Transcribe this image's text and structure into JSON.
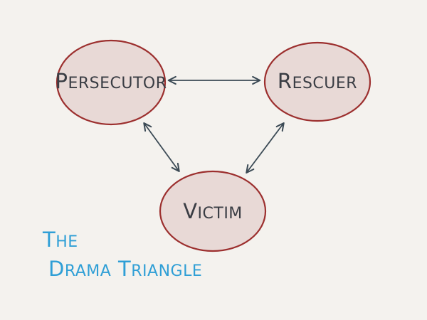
{
  "diagram": {
    "nodes": {
      "persecutor": {
        "label": "Persecutor"
      },
      "rescuer": {
        "label": "Rescuer"
      },
      "victim": {
        "label": "Victim"
      }
    },
    "edges": [
      {
        "from": "persecutor",
        "to": "rescuer",
        "directed": "both"
      },
      {
        "from": "persecutor",
        "to": "victim",
        "directed": "both"
      },
      {
        "from": "rescuer",
        "to": "victim",
        "directed": "both"
      }
    ],
    "title": {
      "line1": "The",
      "line2": "Drama Triangle"
    },
    "colors": {
      "node_fill": "#e8d9d6",
      "node_stroke": "#9c2f2e",
      "arrow": "#3b4a55",
      "title": "#2f9fd6",
      "label": "#3a3d44",
      "background": "#f4f2ee"
    }
  }
}
